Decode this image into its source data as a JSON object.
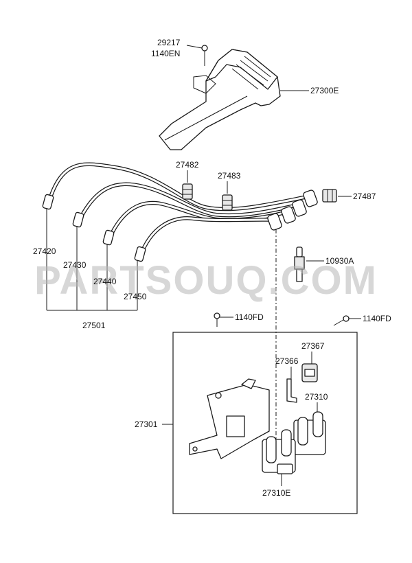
{
  "watermark": "PARTSOUQ.COM",
  "labels": {
    "p29217": "29217",
    "p1140en": "1140EN",
    "p27300e": "27300E",
    "p27482": "27482",
    "p27483": "27483",
    "p27487": "27487",
    "p27420": "27420",
    "p27430": "27430",
    "p27440": "27440",
    "p27450": "27450",
    "p27501": "27501",
    "p10930a": "10930A",
    "p1140fd_a": "1140FD",
    "p1140fd_b": "1140FD",
    "p27367": "27367",
    "p27366": "27366",
    "p27310": "27310",
    "p27301": "27301",
    "p27310e": "27310E"
  }
}
